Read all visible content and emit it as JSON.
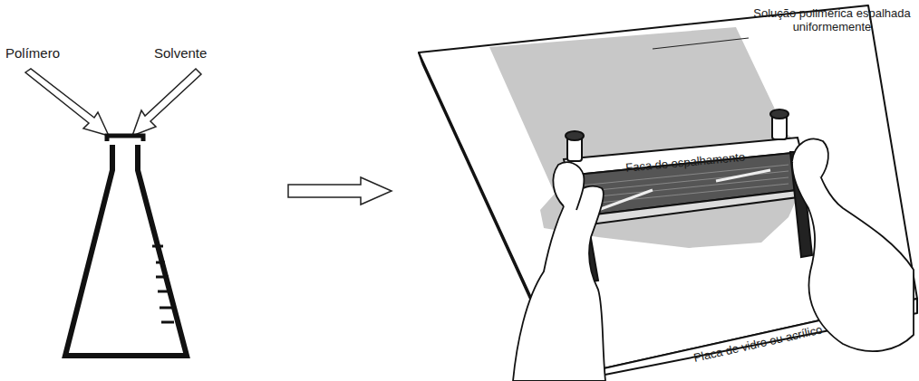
{
  "diagram": {
    "labels": [
      "Polímero",
      "Solvente",
      "Solução polimérica espalhada uniformemente",
      "Faca de espalhamento",
      "Placa de vidro ou acrílico"
    ]
  }
}
